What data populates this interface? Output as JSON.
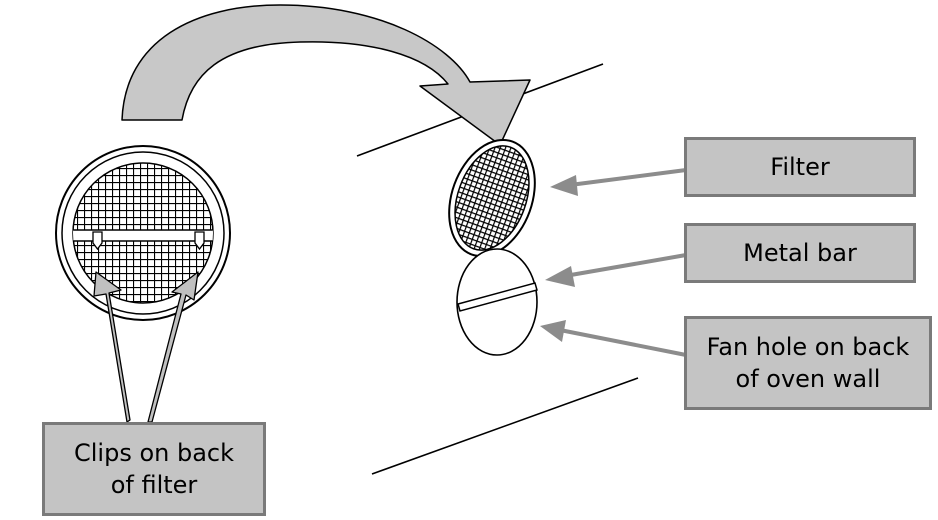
{
  "labels": {
    "filter": "Filter",
    "metal_bar": "Metal bar",
    "fan_hole": "Fan hole on back\nof oven wall",
    "clips": "Clips on back\nof filter"
  },
  "icons": {
    "move_arrow": "curved-arrow-icon",
    "clip": "clip-icon"
  },
  "colors": {
    "label_fill": "#c4c4c4",
    "label_border": "#7a7a7a",
    "pointer_gray": "#8c8c8c",
    "big_arrow_fill": "#c8c8c8",
    "outline": "#000000"
  }
}
